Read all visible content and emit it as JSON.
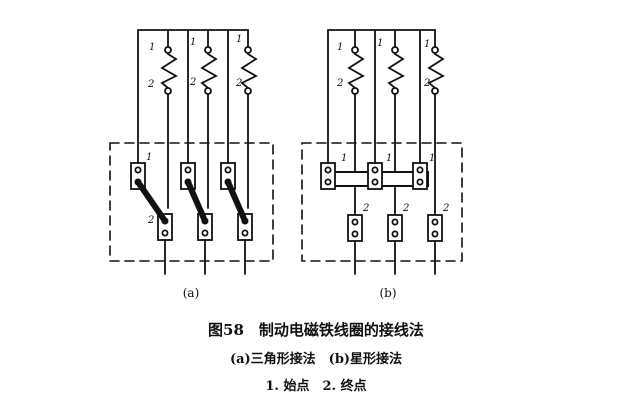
{
  "diagram": {
    "label_a": "(a)",
    "label_b": "(b)",
    "terminal_start": "1",
    "terminal_end": "2"
  },
  "caption": {
    "title": "图58　制动电磁铁线圈的接线法",
    "subtitle": "(a)三角形接法　(b)星形接法",
    "note": "1. 始点　2. 终点"
  }
}
